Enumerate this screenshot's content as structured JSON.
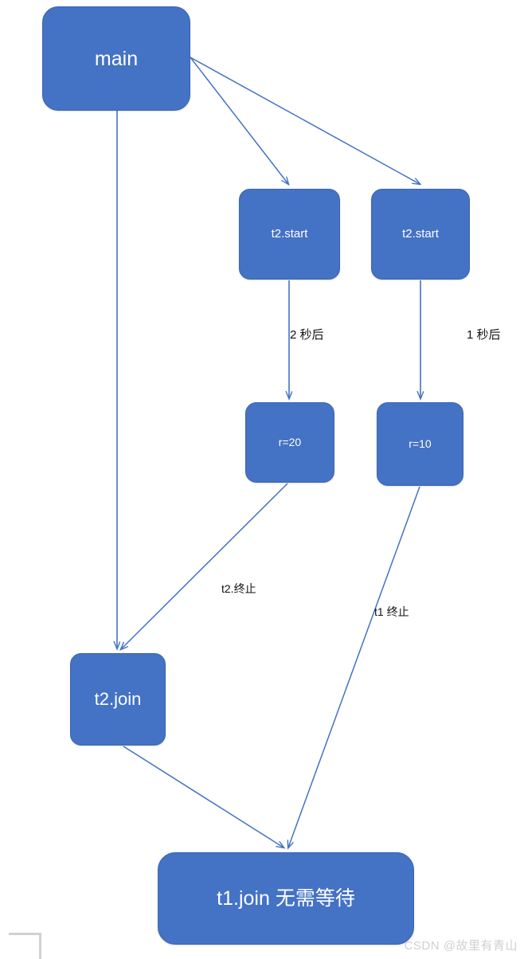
{
  "diagram": {
    "title": "Java thread join flow diagram",
    "colors": {
      "node_fill": "#4472c4",
      "node_stroke": "#3b65b0",
      "node_text": "#ffffff",
      "edge": "#4472c4",
      "label_text": "#111111",
      "watermark": "#d0d0d0",
      "background": "#ffffff"
    },
    "nodes": [
      {
        "id": "main",
        "label": "main"
      },
      {
        "id": "start1",
        "label": "t2.start"
      },
      {
        "id": "start2",
        "label": "t2.start"
      },
      {
        "id": "r20",
        "label": "r=20"
      },
      {
        "id": "r10",
        "label": "r=10"
      },
      {
        "id": "t2join",
        "label": "t2.join"
      },
      {
        "id": "t1join",
        "label": "t1.join 无需等待"
      }
    ],
    "edge_labels": {
      "two_seconds": "2 秒后",
      "one_second": "1 秒后",
      "t2_end": "t2.终止",
      "t1_end": "t1 终止"
    }
  },
  "watermark": {
    "text": "CSDN @故里有青山"
  }
}
